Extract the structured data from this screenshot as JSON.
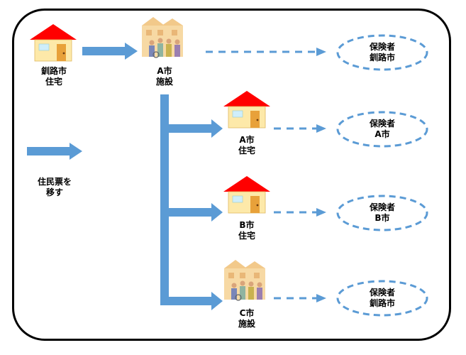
{
  "colors": {
    "arrow": "#5b9bd5",
    "roof": "#ff0000",
    "house_wall": "#fde9a9",
    "ellipse_border": "#5b9bd5",
    "frame": "#000000"
  },
  "origin": {
    "home": {
      "line1": "釧路市",
      "line2": "住宅",
      "icon": "house-icon"
    },
    "facility": {
      "line1": "A市",
      "line2": "施設",
      "icon": "facility-icon"
    },
    "insurer": {
      "line1": "保険者",
      "line2": "釧路市"
    }
  },
  "legend": {
    "line1": "住民票を",
    "line2": "移す"
  },
  "branches": [
    {
      "id": "a-home",
      "place": {
        "line1": "A市",
        "line2": "住宅",
        "icon": "house-icon"
      },
      "insurer": {
        "line1": "保険者",
        "line2": "A市"
      }
    },
    {
      "id": "b-home",
      "place": {
        "line1": "B市",
        "line2": "住宅",
        "icon": "house-icon"
      },
      "insurer": {
        "line1": "保険者",
        "line2": "B市"
      }
    },
    {
      "id": "c-facility",
      "place": {
        "line1": "C市",
        "line2": "施設",
        "icon": "facility-icon"
      },
      "insurer": {
        "line1": "保険者",
        "line2": "釧路市"
      }
    }
  ]
}
